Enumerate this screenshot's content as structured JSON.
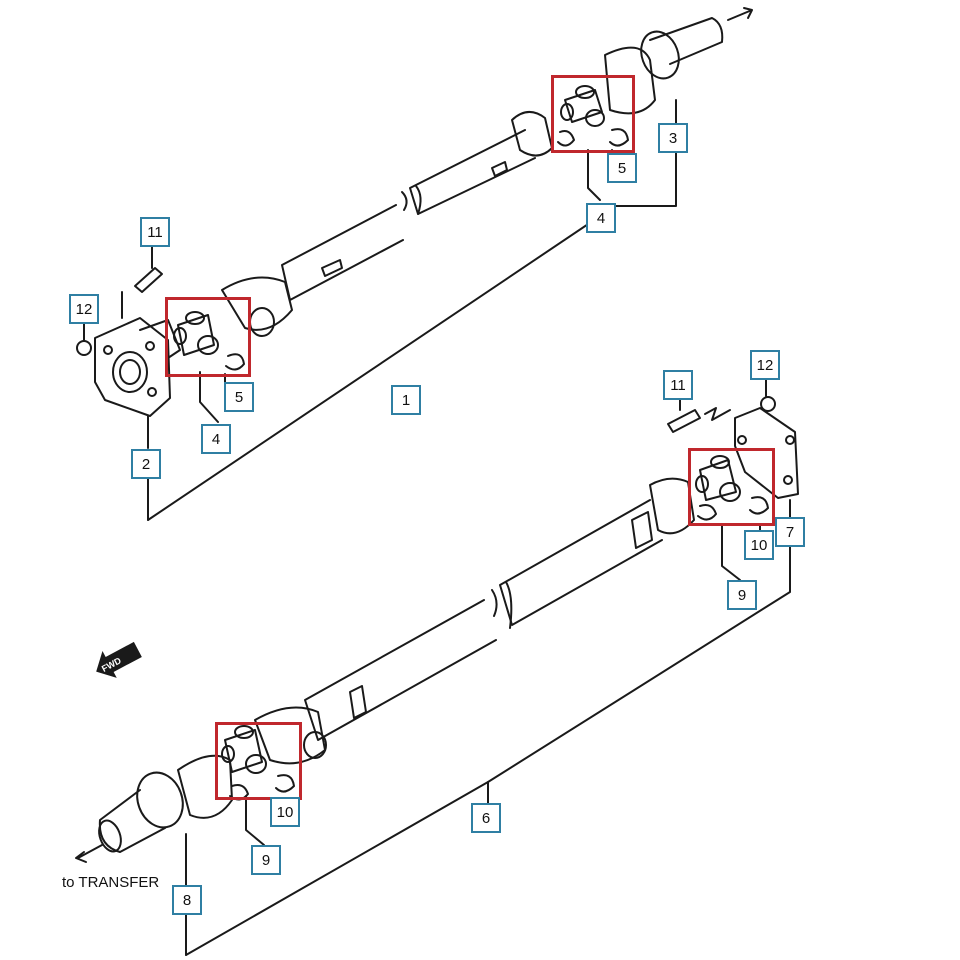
{
  "callouts": {
    "c1": "1",
    "c2": "2",
    "c3": "3",
    "c4_upper": "4",
    "c4_lower": "4",
    "c5_upper": "5",
    "c5_lower": "5",
    "c6": "6",
    "c7": "7",
    "c8": "8",
    "c9_right": "9",
    "c9_left": "9",
    "c10_right": "10",
    "c10_left": "10",
    "c11_upper": "11",
    "c11_lower": "11",
    "c12_upper": "12",
    "c12_lower": "12"
  },
  "labels": {
    "to_transfer": "to TRANSFER",
    "fwd": "FWD"
  },
  "colors": {
    "callout_border": "#2f7fa3",
    "highlight": "#c0282d",
    "line": "#1a1a1a"
  }
}
